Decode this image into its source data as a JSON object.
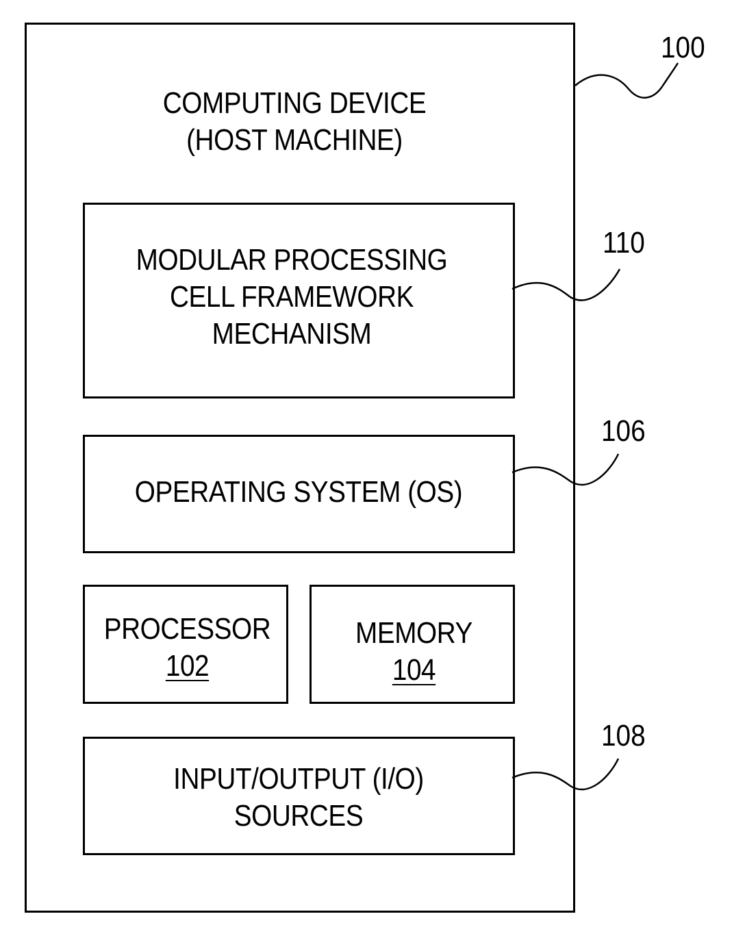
{
  "device": {
    "title_line1": "COMPUTING DEVICE",
    "title_line2": "(HOST MACHINE)",
    "ref": "100"
  },
  "framework": {
    "line1": "MODULAR PROCESSING",
    "line2": "CELL FRAMEWORK",
    "line3": "MECHANISM",
    "ref": "110"
  },
  "os": {
    "label": "OPERATING SYSTEM (OS)",
    "ref": "106"
  },
  "processor": {
    "label": "PROCESSOR",
    "ref": "102"
  },
  "memory": {
    "label": "MEMORY",
    "ref": "104"
  },
  "io": {
    "line1": "INPUT/OUTPUT (I/O)",
    "line2": "SOURCES",
    "ref": "108"
  }
}
